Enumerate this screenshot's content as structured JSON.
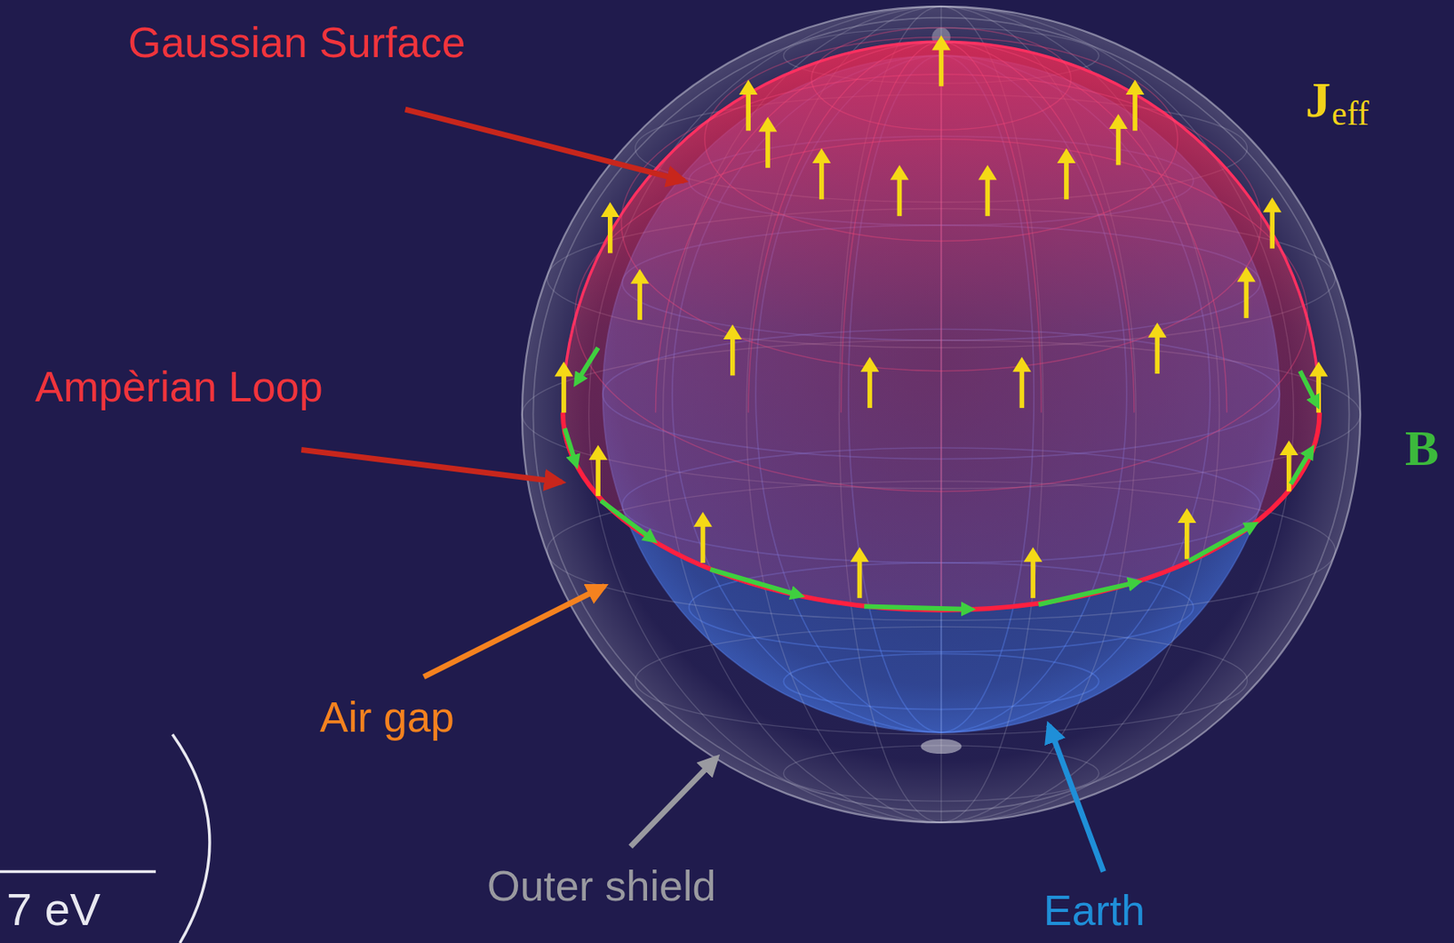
{
  "diagram": {
    "labels": [
      "Gaussian Surface",
      "Ampèrian Loop",
      "Air gap",
      "Outer shield",
      "Earth",
      "J",
      "eff",
      "B",
      "7 eV"
    ]
  }
}
